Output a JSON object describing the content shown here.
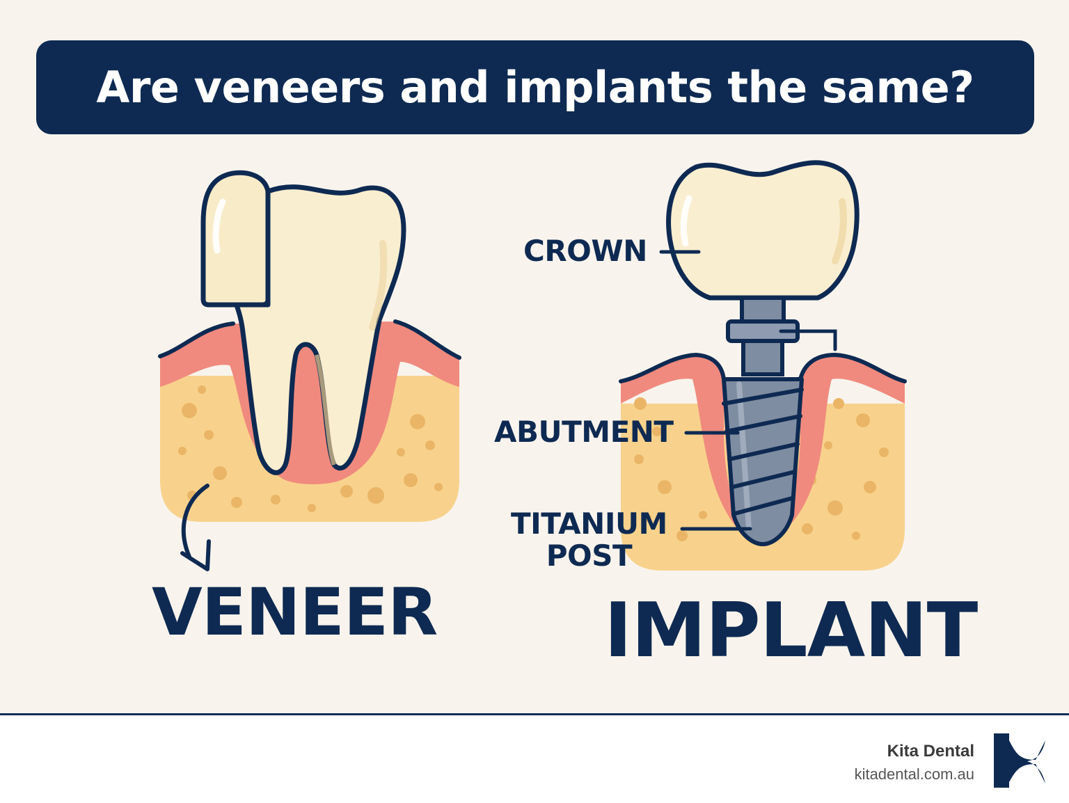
{
  "title": "Are veneers and implants the same?",
  "veneer": {
    "label": "VENEER"
  },
  "implant": {
    "label": "IMPLANT",
    "parts": {
      "crown": "CROWN",
      "abutment": "ABUTMENT",
      "post_line1": "TITANIUM",
      "post_line2": "POST"
    }
  },
  "footer": {
    "brand": "Kita Dental",
    "url": "kitadental.com.au"
  },
  "colors": {
    "navy": "#0e2a52",
    "background": "#f8f4ed",
    "gum": "#f08a7e",
    "bone": "#f8d28c",
    "enamel": "#faeed0",
    "titanium": "#7f8da2"
  },
  "icons": [
    "veneer-arrow-icon",
    "kita-dental-logo-icon"
  ]
}
